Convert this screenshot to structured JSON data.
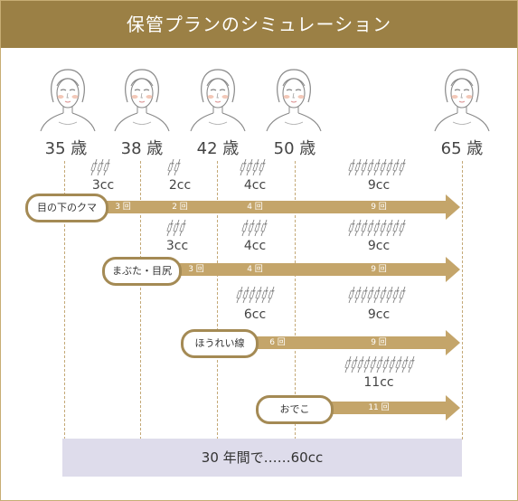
{
  "title": "保管プランのシミュレーション",
  "ages": [
    "35 歳",
    "38 歳",
    "42 歳",
    "50 歳",
    "65 歳"
  ],
  "rows": [
    {
      "label": "目の下のクマ",
      "counts": [
        "3 回",
        "2 回",
        "4 回",
        "9 回"
      ],
      "volumes": [
        "3cc",
        "2cc",
        "4cc",
        "9cc"
      ],
      "syringes": [
        3,
        2,
        4,
        9
      ]
    },
    {
      "label": "まぶた・目尻",
      "counts": [
        "3 回",
        "4 回",
        "9 回"
      ],
      "volumes": [
        "3cc",
        "4cc",
        "9cc"
      ],
      "syringes": [
        3,
        4,
        9
      ]
    },
    {
      "label": "ほうれい線",
      "counts": [
        "6 回",
        "9 回"
      ],
      "volumes": [
        "6cc",
        "9cc"
      ],
      "syringes": [
        6,
        9
      ]
    },
    {
      "label": "おでこ",
      "counts": [
        "11 回"
      ],
      "volumes": [
        "11cc"
      ],
      "syringes": [
        11
      ]
    }
  ],
  "summary": "30 年間で……60cc",
  "colors": {
    "header": "#9b8045",
    "arrow": "#c4a56a",
    "pill_border": "#a48a54",
    "summary_bg": "#dedceb"
  },
  "icons": [
    "face-icon",
    "syringe-icon"
  ]
}
